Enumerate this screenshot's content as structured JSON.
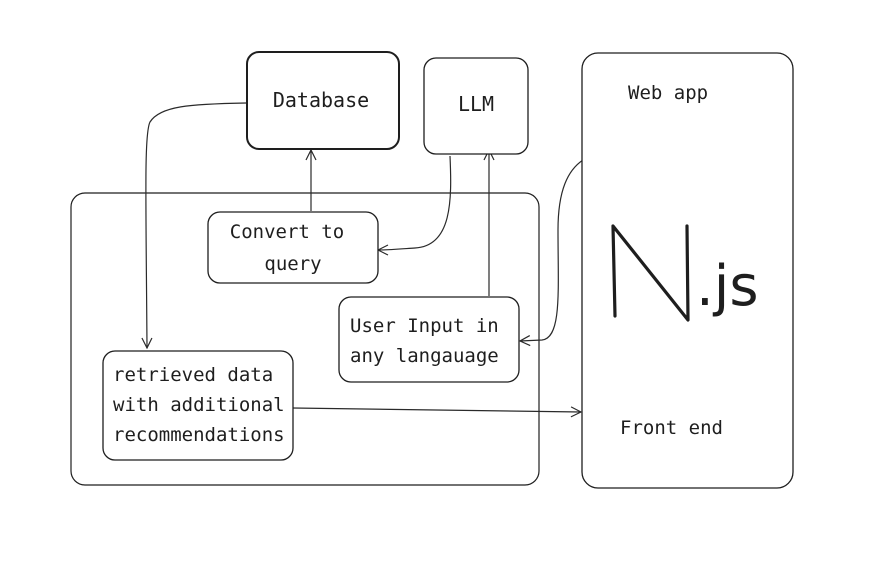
{
  "diagram": {
    "nodes": {
      "database": "Database",
      "llm": "LLM",
      "convert": [
        "Convert to",
        "query"
      ],
      "user_input": [
        "User Input in",
        "any langauage"
      ],
      "retrieved": [
        "retrieved data",
        "with additional",
        "recommendations"
      ],
      "web_app": "Web app",
      "front_end": "Front end",
      "logo_suffix": ".js"
    },
    "edges": [
      {
        "from": "convert",
        "to": "database"
      },
      {
        "from": "database",
        "to": "retrieved"
      },
      {
        "from": "llm",
        "to": "convert"
      },
      {
        "from": "user_input",
        "to": "llm"
      },
      {
        "from": "web_app",
        "to": "user_input"
      },
      {
        "from": "retrieved",
        "to": "front_end"
      }
    ],
    "colors": {
      "stroke": "#1e1e1e",
      "background": "#ffffff"
    },
    "icons": [
      "nextjs-logo-icon"
    ]
  }
}
